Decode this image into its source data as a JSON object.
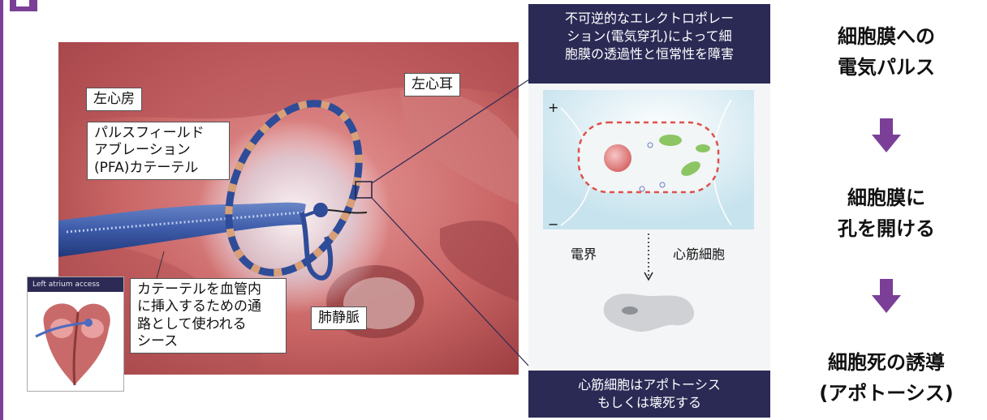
{
  "labels": {
    "left_atrium": "左心房",
    "left_atrial_appendage": "左心耳",
    "pfa_catheter_line1": "パルスフィールド",
    "pfa_catheter_line2": "アブレーション",
    "pfa_catheter_line3": "(PFA)カテーテル",
    "pulmonary_vein": "肺静脈",
    "sheath_line1": "カテーテルを血管内",
    "sheath_line2": "に挿入するための通",
    "sheath_line3": "路として使われる",
    "sheath_line4": "シース"
  },
  "inset": {
    "title": "Left atrium access"
  },
  "cell_panel": {
    "header_line1": "不可逆的なエレクトロポレー",
    "header_line2": "ション(電気穿孔)によって細",
    "header_line3": "胞膜の透過性と恒常性を障害",
    "plus": "+",
    "minus": "−",
    "electric_field": "電界",
    "cardiomyocyte": "心筋細胞",
    "footer_line1": "心筋細胞はアポトーシス",
    "footer_line2": "もしくは壊死する"
  },
  "steps": [
    {
      "line1": "細胞膜への",
      "line2": "電気パルス"
    },
    {
      "line1": "細胞膜に",
      "line2": "孔を開ける"
    },
    {
      "line1": "細胞死の誘導",
      "line2": "(アポトーシス)"
    }
  ],
  "colors": {
    "accent": "#7b3f98",
    "navy": "#2b2a55",
    "membrane": "#e0504a"
  }
}
